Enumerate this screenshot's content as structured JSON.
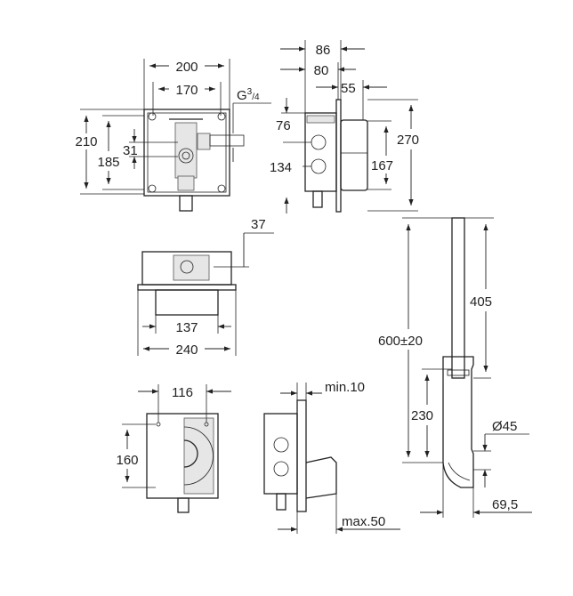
{
  "front_view": {
    "width_outer": "200",
    "width_inner": "170",
    "thread": "G",
    "thread_sup": "3",
    "thread_sub": "/4",
    "height_outer": "210",
    "height_inner": "185",
    "offset": "31"
  },
  "side_view": {
    "depth_86": "86",
    "depth_80": "80",
    "depth_55": "55",
    "hole_top": "76",
    "hole_bottom": "134",
    "plate_height": "270",
    "cover_height": "167"
  },
  "top_view": {
    "offset": "37",
    "inner_width": "137",
    "outer_width": "240"
  },
  "cover_front": {
    "width": "116",
    "height": "160"
  },
  "cover_side": {
    "min": "min.10",
    "max": "max.50"
  },
  "flush_pipe": {
    "total": "600±20",
    "upper": "405",
    "lower": "230",
    "diameter": "Ø45",
    "projection": "69,5"
  }
}
